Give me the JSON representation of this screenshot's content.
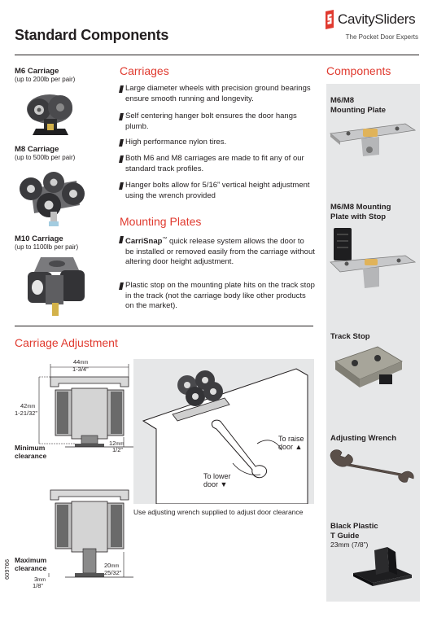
{
  "header": {
    "title": "Standard Components",
    "brand_name": "CavitySliders",
    "brand_tagline": "The Pocket Door Experts"
  },
  "carriages_left": [
    {
      "name": "M6 Carriage",
      "capacity": "(up to 200lb per pair)"
    },
    {
      "name": "M8 Carriage",
      "capacity": "(up to 500lb per pair)"
    },
    {
      "name": "M10 Carriage",
      "capacity": "(up to 1100lb per pair)"
    }
  ],
  "carriages": {
    "heading": "Carriages",
    "bullets": [
      "Large diameter wheels with precision ground bearings ensure smooth running and longevity.",
      "Self centering hanger bolt ensures the door hangs plumb.",
      "High performance nylon tires.",
      "Both M6 and M8 carriages are made to fit any of our standard track profiles.",
      "Hanger bolts allow for 5/16” vertical height adjustment using the wrench provided"
    ]
  },
  "mounting": {
    "heading": "Mounting Plates",
    "bullet1_bold": "CarriSnap",
    "bullet1_tm": "™",
    "bullet1_rest": " quick release system allows the door to be installed or removed easily from the carriage without altering door height adjustment.",
    "bullet2": "Plastic stop on the mounting plate hits on the track stop in the track (not the carriage body like other products on the market)."
  },
  "adjustment": {
    "heading": "Carriage Adjustment",
    "width_mm": "44",
    "width_unit": "mm",
    "width_in": "1-3/4”",
    "height_mm": "42",
    "height_unit": "mm",
    "height_in": "1-21/32”",
    "min_mm": "12",
    "min_unit": "mm",
    "min_in": "1/2”",
    "min_label_1": "Minimum",
    "min_label_2": "clearance",
    "max_label_1": "Maximum",
    "max_label_2": "clearance",
    "max_mm": "20",
    "max_unit": "mm",
    "max_in": "25/32”",
    "base_mm": "3",
    "base_unit": "mm",
    "base_in": "1/8”",
    "raise_1": "To raise",
    "raise_2": "door",
    "lower_1": "To lower",
    "lower_2": "door",
    "caption": "Use adjusting wrench supplied to adjust door clearance"
  },
  "components": {
    "heading": "Components",
    "items": [
      {
        "line1": "M6/M8",
        "line2": "Mounting Plate"
      },
      {
        "line1": "M6/M8 Mounting",
        "line2": "Plate with Stop"
      },
      {
        "line1": "Track Stop"
      },
      {
        "line1": "Adjusting Wrench"
      },
      {
        "line1": "Black Plastic",
        "line2": "T Guide",
        "sub": "23mm (7/8”)"
      }
    ]
  },
  "doc_code": "609766"
}
